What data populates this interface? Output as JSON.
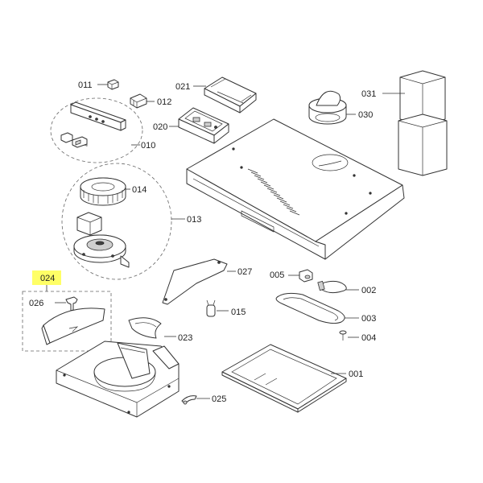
{
  "highlight_color": "#ffff66",
  "labels": {
    "p001": "001",
    "p002": "002",
    "p003": "003",
    "p004": "004",
    "p005": "005",
    "p010": "010",
    "p011": "011",
    "p012": "012",
    "p013": "013",
    "p014": "014",
    "p015": "015",
    "p020": "020",
    "p021": "021",
    "p023": "023",
    "p024": "024",
    "p025": "025",
    "p026": "026",
    "p027": "027",
    "p030": "030",
    "p031": "031"
  }
}
